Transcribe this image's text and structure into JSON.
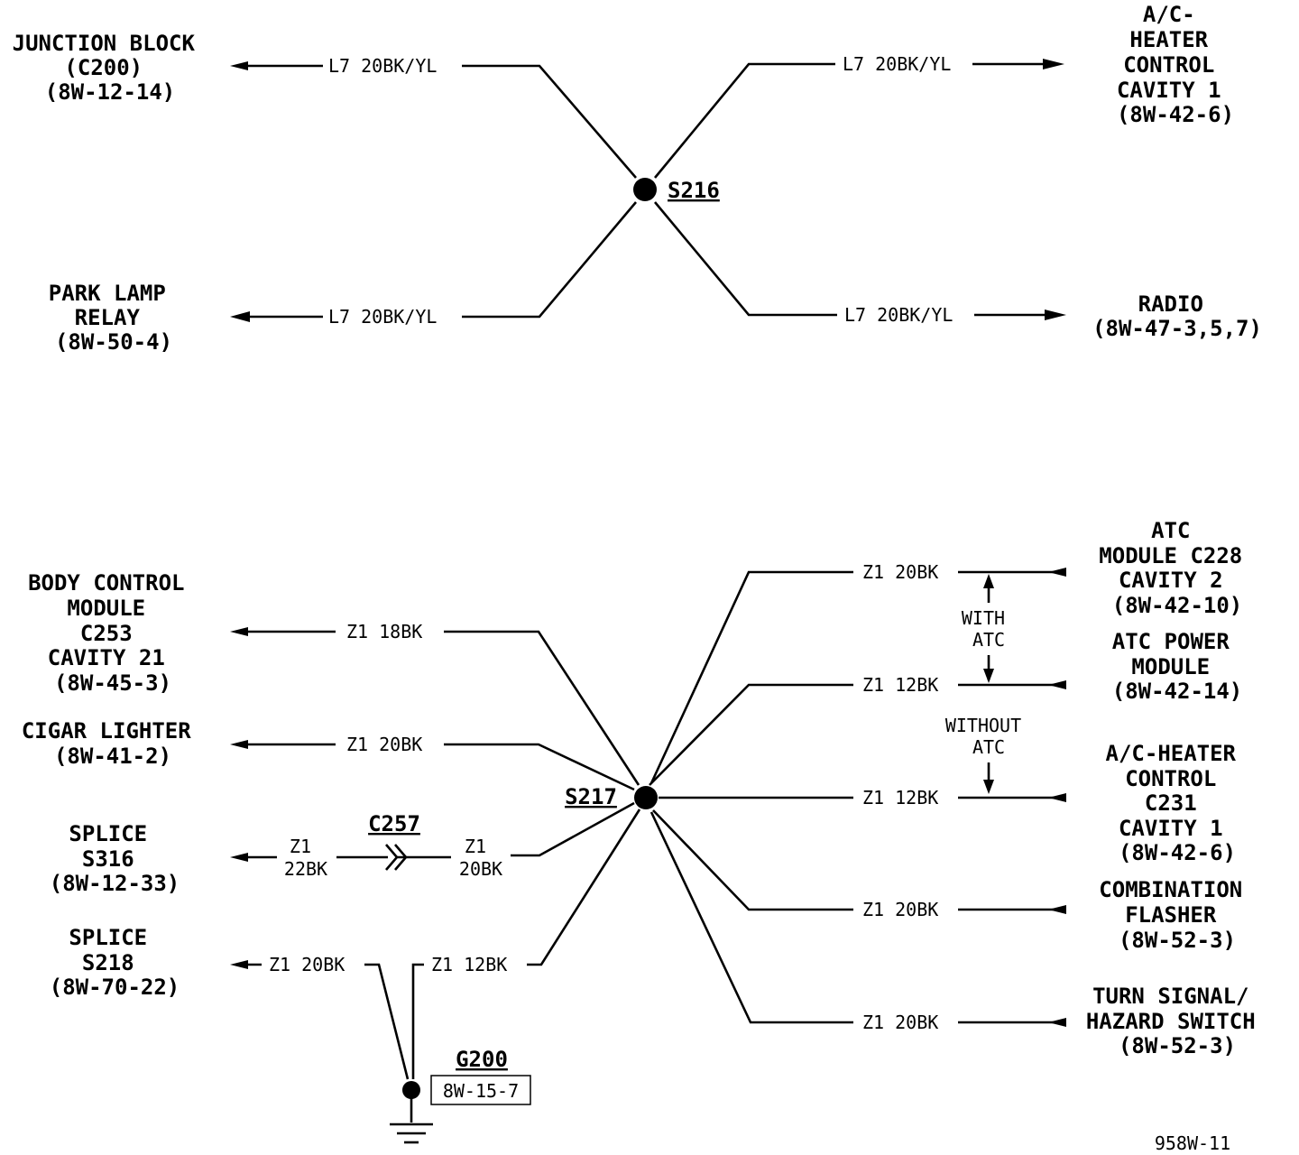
{
  "splices": {
    "s216": "S216",
    "s217": "S217",
    "c257": "C257",
    "g200": "G200",
    "g200_ref": "8W-15-7"
  },
  "s216_group": {
    "left_top": {
      "wire": "L7 20BK/YL",
      "label": [
        "JUNCTION BLOCK",
        "(C200)",
        "(8W-12-14)"
      ]
    },
    "left_bottom": {
      "wire": "L7 20BK/YL",
      "label": [
        "PARK LAMP",
        "RELAY",
        "(8W-50-4)"
      ]
    },
    "right_top": {
      "wire": "L7 20BK/YL",
      "label": [
        "A/C-",
        "HEATER",
        "CONTROL",
        "CAVITY 1",
        "(8W-42-6)"
      ]
    },
    "right_bottom": {
      "wire": "L7 20BK/YL",
      "label": [
        "RADIO",
        "(8W-47-3,5,7)"
      ]
    }
  },
  "s217_left": {
    "bcm": {
      "wire": "Z1 18BK",
      "label": [
        "BODY CONTROL",
        "MODULE",
        "C253",
        "CAVITY 21",
        "(8W-45-3)"
      ]
    },
    "cigar": {
      "wire": "Z1 20BK",
      "label": [
        "CIGAR LIGHTER",
        "(8W-41-2)"
      ]
    },
    "s316": {
      "wire_left": [
        "Z1",
        "22BK"
      ],
      "wire_right": [
        "Z1",
        "20BK"
      ],
      "label": [
        "SPLICE",
        "S316",
        "(8W-12-33)"
      ]
    },
    "s218": {
      "wire_left": "Z1 20BK",
      "wire_right": "Z1 12BK",
      "label": [
        "SPLICE",
        "S218",
        "(8W-70-22)"
      ]
    }
  },
  "s217_right": {
    "atc_module": {
      "wire": "Z1 20BK",
      "label": [
        "ATC",
        "MODULE C228",
        "CAVITY 2",
        "(8W-42-10)"
      ]
    },
    "atc_power": {
      "wire": "Z1 12BK",
      "label": [
        "ATC POWER",
        "MODULE",
        "(8W-42-14)"
      ]
    },
    "ac_heater": {
      "wire": "Z1 12BK",
      "label": [
        "A/C-HEATER",
        "CONTROL",
        "C231",
        "CAVITY 1",
        "(8W-42-6)"
      ]
    },
    "flasher": {
      "wire": "Z1 20BK",
      "label": [
        "COMBINATION",
        "FLASHER",
        "(8W-52-3)"
      ]
    },
    "turn_signal": {
      "wire": "Z1 20BK",
      "label": [
        "TURN SIGNAL/",
        "HAZARD SWITCH",
        "(8W-52-3)"
      ]
    }
  },
  "notes": {
    "with_atc": [
      "WITH",
      "ATC"
    ],
    "without_atc": [
      "WITHOUT",
      "ATC"
    ]
  },
  "figure_id": "958W-11"
}
